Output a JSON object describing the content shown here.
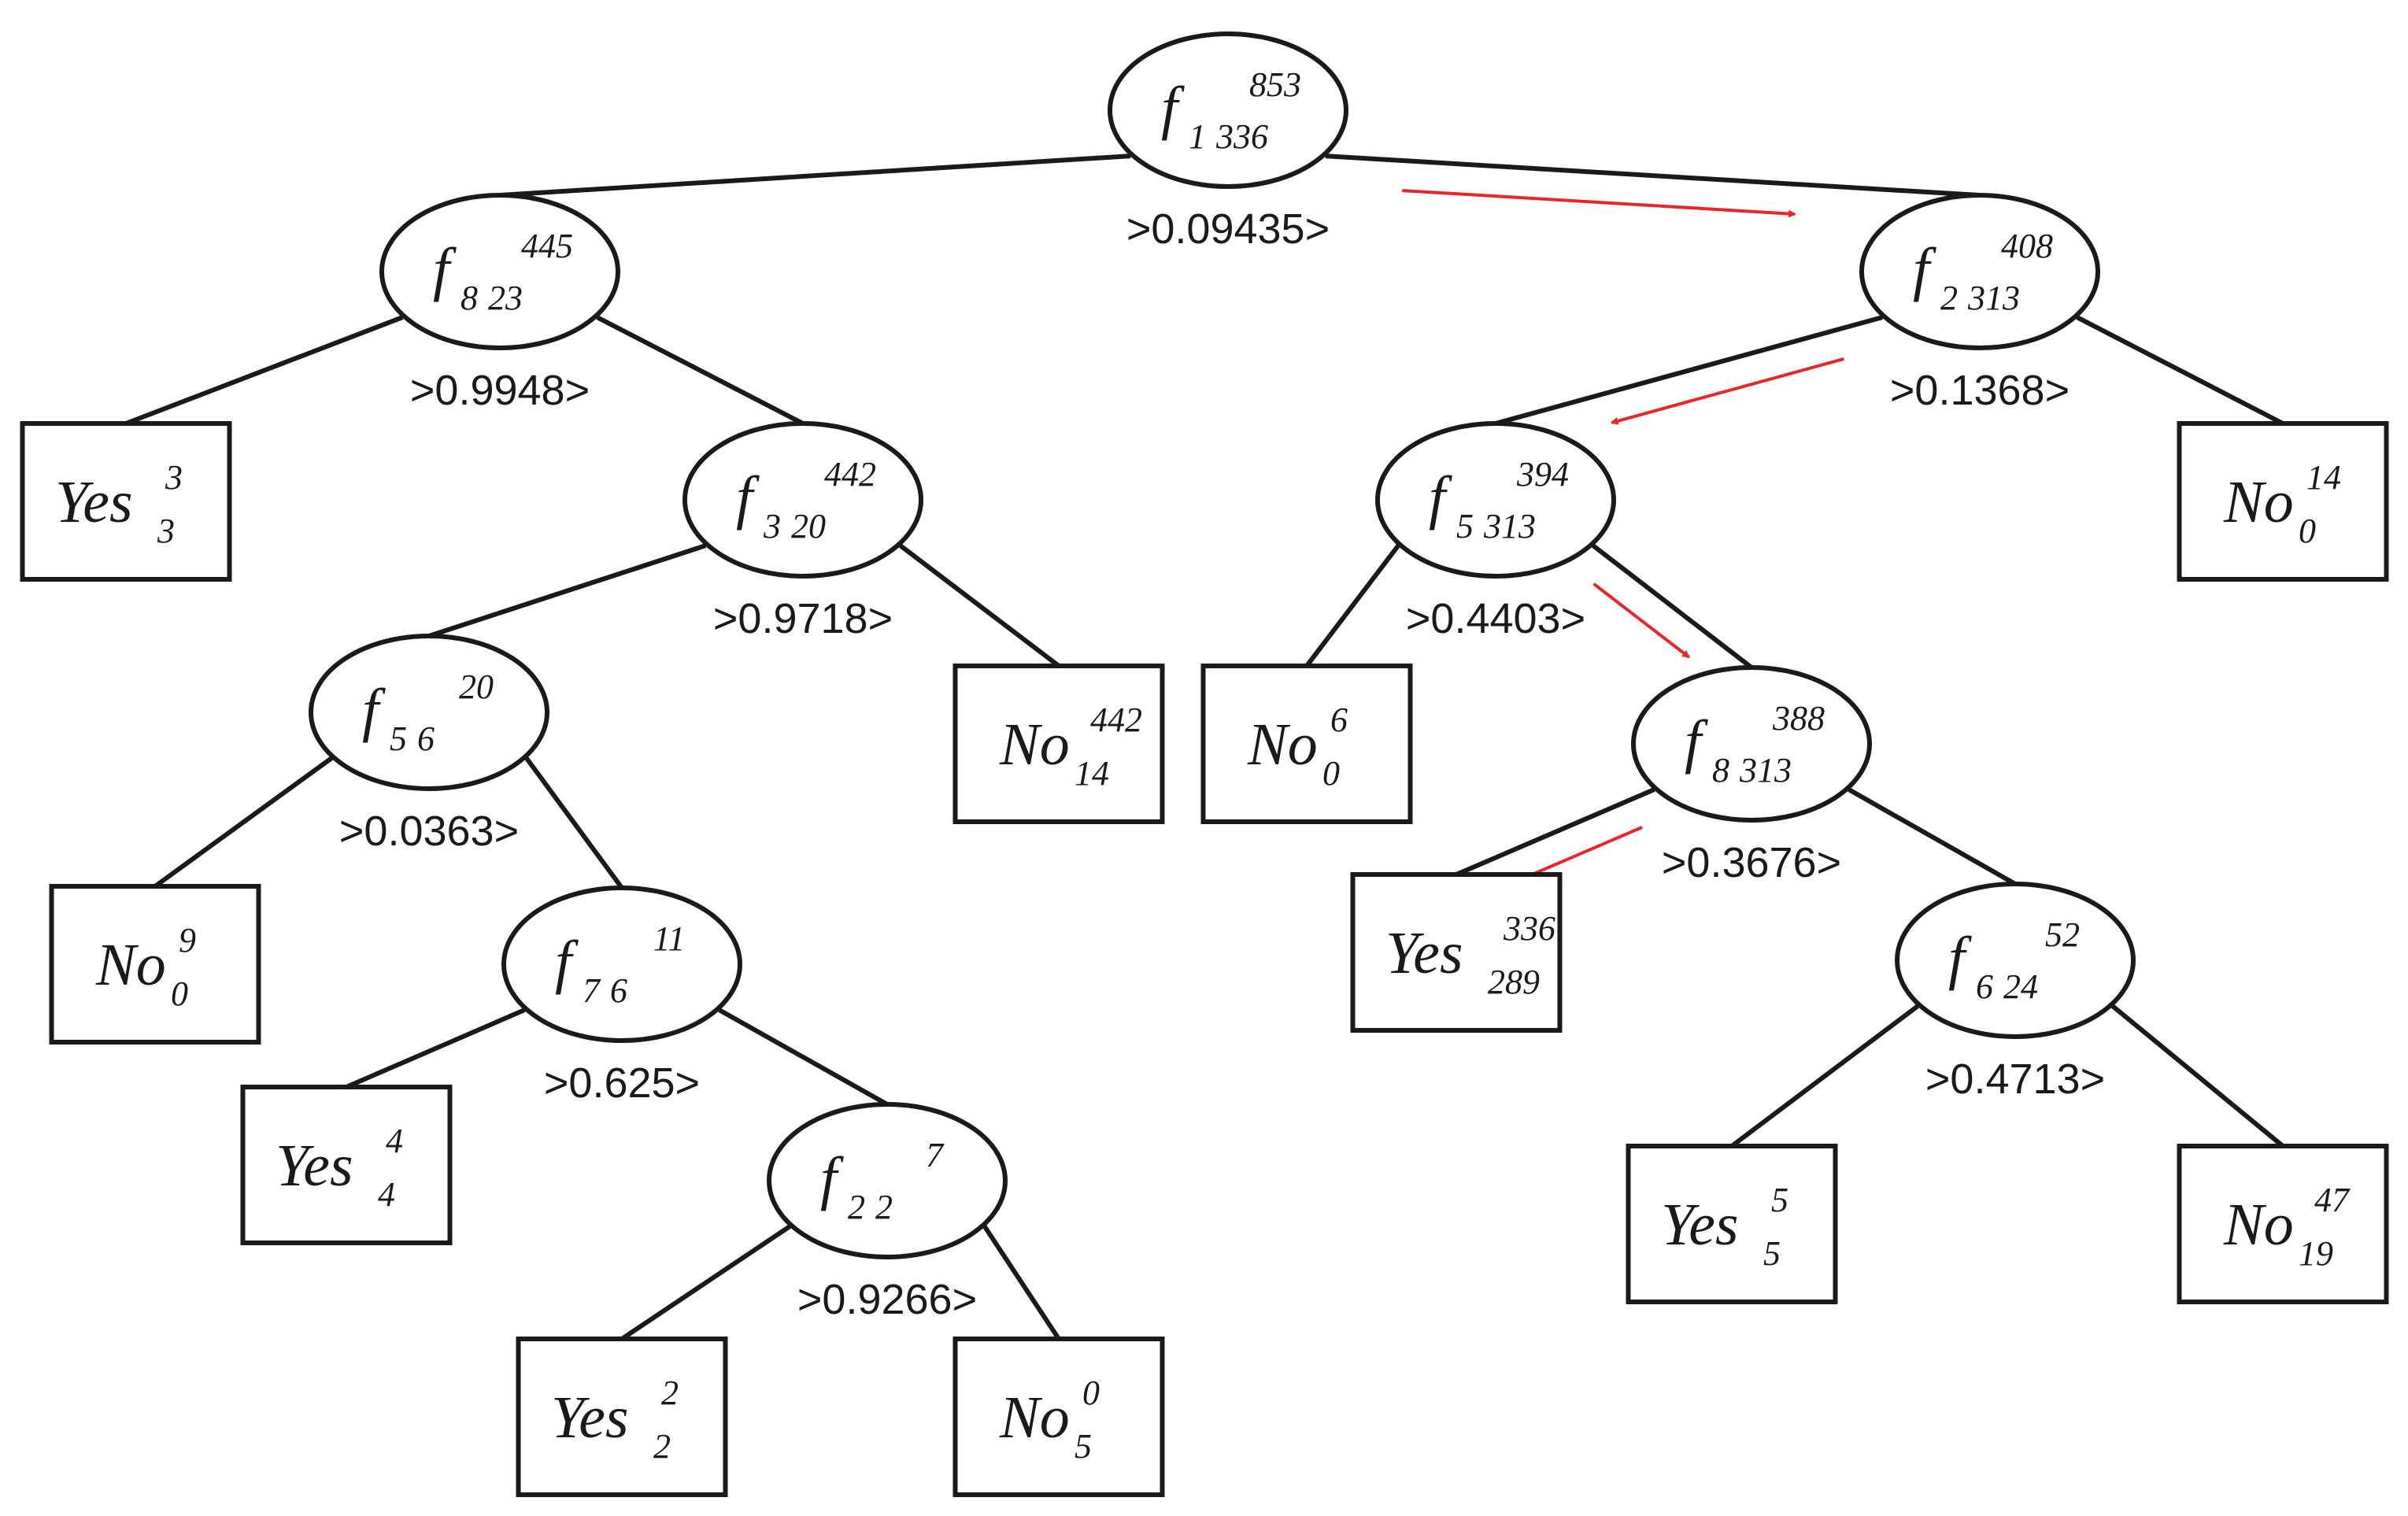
{
  "diagram": {
    "type": "decision-tree",
    "accent_color": "#e8262a",
    "line_color": "#1a1a1a",
    "nodes": [
      {
        "id": "n0",
        "kind": "split",
        "feature": "f",
        "index": "1",
        "left_count": "336",
        "total": "853",
        "threshold": ">0.09435>"
      },
      {
        "id": "n1",
        "kind": "split",
        "feature": "f",
        "index": "8",
        "left_count": "23",
        "total": "445",
        "threshold": ">0.9948>"
      },
      {
        "id": "n2",
        "kind": "split",
        "feature": "f",
        "index": "2",
        "left_count": "313",
        "total": "408",
        "threshold": ">0.1368>"
      },
      {
        "id": "n3",
        "kind": "leaf",
        "label": "Yes",
        "sub": "3",
        "sup": "3"
      },
      {
        "id": "n4",
        "kind": "split",
        "feature": "f",
        "index": "3",
        "left_count": "20",
        "total": "442",
        "threshold": ">0.9718>"
      },
      {
        "id": "n5",
        "kind": "split",
        "feature": "f",
        "index": "5",
        "left_count": "6",
        "total": "20",
        "threshold": ">0.0363>"
      },
      {
        "id": "n6",
        "kind": "leaf",
        "label": "No",
        "sub": "14",
        "sup": "442"
      },
      {
        "id": "n7",
        "kind": "leaf",
        "label": "No",
        "sub": "0",
        "sup": "9"
      },
      {
        "id": "n8",
        "kind": "split",
        "feature": "f",
        "index": "7",
        "left_count": "6",
        "total": "11",
        "threshold": ">0.625>"
      },
      {
        "id": "n9",
        "kind": "leaf",
        "label": "Yes",
        "sub": "4",
        "sup": "4"
      },
      {
        "id": "n10",
        "kind": "split",
        "feature": "f",
        "index": "2",
        "left_count": "2",
        "total": "7",
        "threshold": ">0.9266>"
      },
      {
        "id": "n11",
        "kind": "leaf",
        "label": "Yes",
        "sub": "2",
        "sup": "2"
      },
      {
        "id": "n12",
        "kind": "leaf",
        "label": "No",
        "sub": "5",
        "sup": "0"
      },
      {
        "id": "n13",
        "kind": "split",
        "feature": "f",
        "index": "5",
        "left_count": "313",
        "total": "394",
        "threshold": ">0.4403>"
      },
      {
        "id": "n14",
        "kind": "leaf",
        "label": "No",
        "sub": "0",
        "sup": "14"
      },
      {
        "id": "n15",
        "kind": "leaf",
        "label": "No",
        "sub": "0",
        "sup": "6"
      },
      {
        "id": "n16",
        "kind": "split",
        "feature": "f",
        "index": "8",
        "left_count": "313",
        "total": "388",
        "threshold": ">0.3676>"
      },
      {
        "id": "n17",
        "kind": "leaf",
        "label": "Yes",
        "sub": "289",
        "sup": "336"
      },
      {
        "id": "n18",
        "kind": "split",
        "feature": "f",
        "index": "6",
        "left_count": "24",
        "total": "52",
        "threshold": ">0.4713>"
      },
      {
        "id": "n19",
        "kind": "leaf",
        "label": "Yes",
        "sub": "5",
        "sup": "5"
      },
      {
        "id": "n20",
        "kind": "leaf",
        "label": "No",
        "sub": "19",
        "sup": "47"
      }
    ],
    "edges": [
      [
        "n0",
        "n1"
      ],
      [
        "n0",
        "n2"
      ],
      [
        "n1",
        "n3"
      ],
      [
        "n1",
        "n4"
      ],
      [
        "n4",
        "n5"
      ],
      [
        "n4",
        "n6"
      ],
      [
        "n5",
        "n7"
      ],
      [
        "n5",
        "n8"
      ],
      [
        "n8",
        "n9"
      ],
      [
        "n8",
        "n10"
      ],
      [
        "n10",
        "n11"
      ],
      [
        "n10",
        "n12"
      ],
      [
        "n2",
        "n13"
      ],
      [
        "n2",
        "n14"
      ],
      [
        "n13",
        "n15"
      ],
      [
        "n13",
        "n16"
      ],
      [
        "n16",
        "n17"
      ],
      [
        "n16",
        "n18"
      ],
      [
        "n18",
        "n19"
      ],
      [
        "n18",
        "n20"
      ]
    ],
    "highlighted_path": [
      "n0",
      "n2",
      "n13",
      "n16",
      "n17"
    ]
  }
}
